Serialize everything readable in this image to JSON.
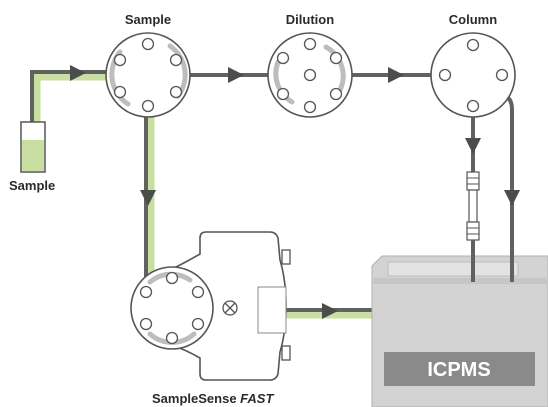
{
  "labels": {
    "sample_valve": "Sample",
    "dilution_valve": "Dilution",
    "column_valve": "Column",
    "sample_vial": "Sample",
    "samplesense": "SampleSense ",
    "samplesense_fast": "FAST",
    "icpms": "ICPMS"
  },
  "colors": {
    "tube_dark": "#6f7270",
    "tube_green": "#c9dea1",
    "vial_fill": "#c9dea1",
    "icpms_body": "#d3d3d3",
    "icpms_panel": "#888888"
  }
}
